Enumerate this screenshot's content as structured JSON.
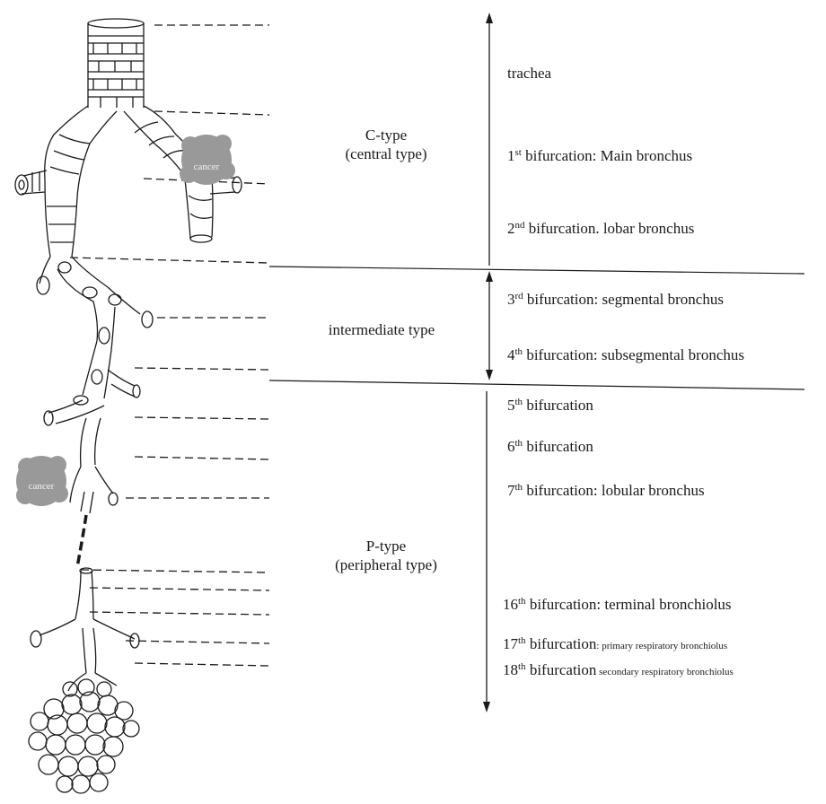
{
  "zones": {
    "central": {
      "line1": "C-type",
      "line2": "(central type)"
    },
    "intermediate": {
      "line1": "intermediate type"
    },
    "peripheral": {
      "line1": "P-type",
      "line2": "(peripheral type)"
    }
  },
  "airway_levels": [
    {
      "main": "trachea"
    },
    {
      "num": "1",
      "sup": "st",
      "main": " bifurcation: Main bronchus"
    },
    {
      "num": "2",
      "sup": "nd",
      "main": " bifurcation. lobar bronchus"
    },
    {
      "num": "3",
      "sup": "rd",
      "main": " bifurcation: segmental bronchus"
    },
    {
      "num": "4",
      "sup": "th",
      "main": " bifurcation: subsegmental bronchus"
    },
    {
      "num": "5",
      "sup": "th",
      "main": " bifurcation"
    },
    {
      "num": "6",
      "sup": "th",
      "main": " bifurcation"
    },
    {
      "num": "7",
      "sup": "th",
      "main": " bifurcation: lobular bronchus"
    },
    {
      "num": "16",
      "sup": "th",
      "main": " bifurcation: terminal bronchiolus"
    },
    {
      "num": "17",
      "sup": "th",
      "main": " bifurcation",
      "small": ": primary respiratory bronchiolus"
    },
    {
      "num": "18",
      "sup": "th",
      "main": " bifurcation",
      "small": " secondary respiratory bronchiolus"
    }
  ],
  "tumor_labels": {
    "central": "cancer",
    "peripheral": "cancer"
  },
  "colors": {
    "ink": "#1a1a1a",
    "tumor": "#999999",
    "tumor_text": "#f4f4f4"
  }
}
